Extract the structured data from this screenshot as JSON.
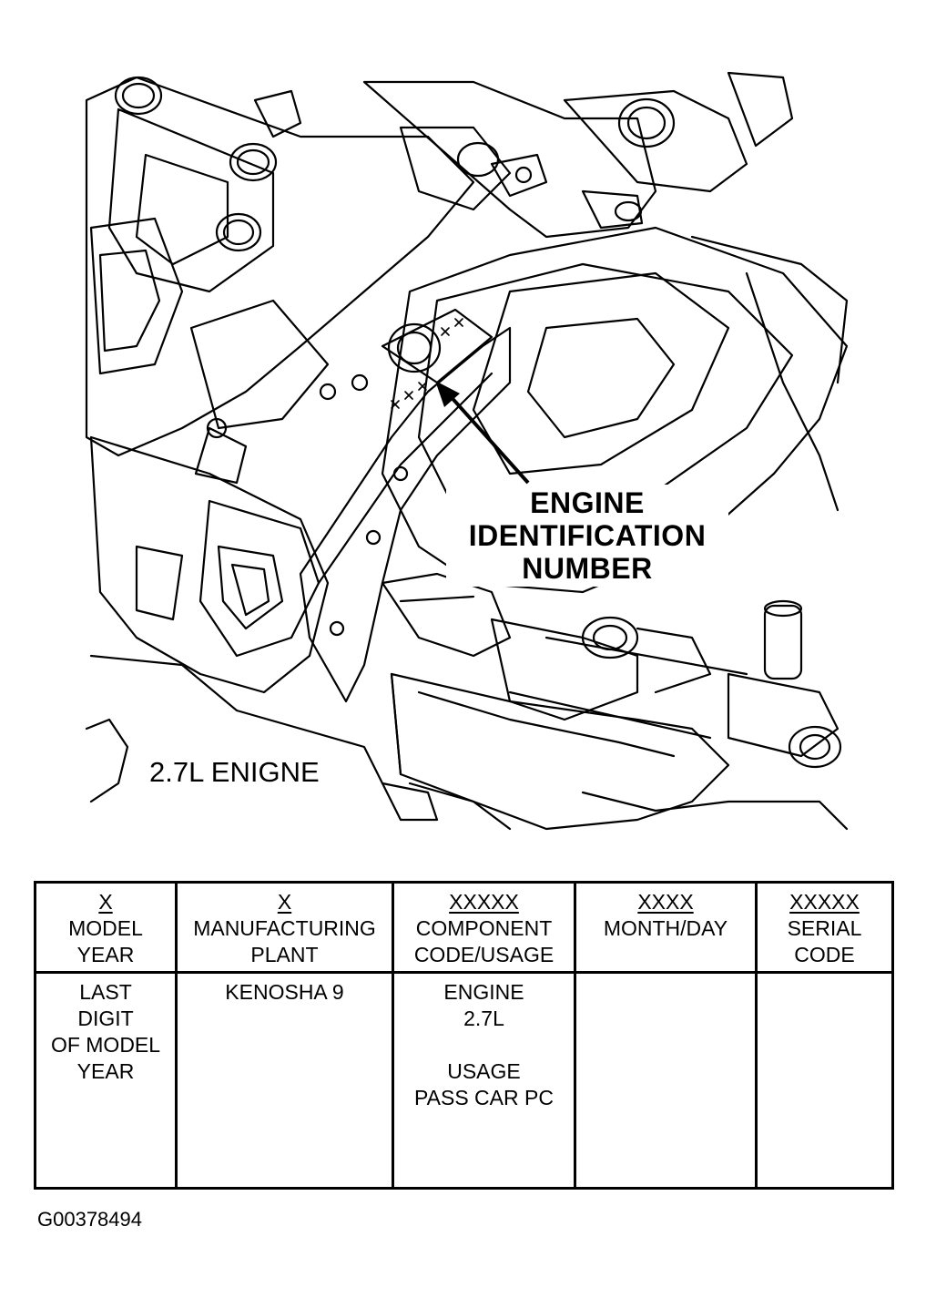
{
  "callout": {
    "line1": "ENGINE",
    "line2": "IDENTIFICATION",
    "line3": "NUMBER"
  },
  "engine_caption": "2.7L ENIGNE",
  "table": {
    "columns": [
      {
        "code": "X",
        "label_line1": "MODEL",
        "label_line2": "YEAR"
      },
      {
        "code": "X",
        "label_line1": "MANUFACTURING",
        "label_line2": "PLANT"
      },
      {
        "code": "XXXXX",
        "label_line1": "COMPONENT",
        "label_line2": "CODE/USAGE"
      },
      {
        "code": "XXXX",
        "label_line1": "MONTH/DAY",
        "label_line2": ""
      },
      {
        "code": "XXXXX",
        "label_line1": "SERIAL",
        "label_line2": "CODE"
      }
    ],
    "values": {
      "model_year": [
        "LAST",
        "DIGIT",
        "OF MODEL",
        "YEAR"
      ],
      "plant": [
        "KENOSHA 9"
      ],
      "component": [
        "ENGINE",
        "2.7L"
      ],
      "usage": [
        "USAGE",
        "PASS CAR PC"
      ]
    }
  },
  "figure_id": "G00378494"
}
